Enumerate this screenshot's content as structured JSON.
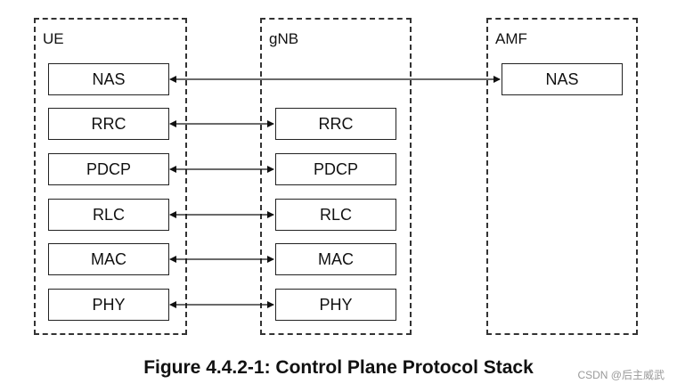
{
  "nodes": {
    "ue": {
      "label": "UE"
    },
    "gnb": {
      "label": "gNB"
    },
    "amf": {
      "label": "AMF"
    }
  },
  "ue_layers": [
    "NAS",
    "RRC",
    "PDCP",
    "RLC",
    "MAC",
    "PHY"
  ],
  "gnb_layers": [
    "RRC",
    "PDCP",
    "RLC",
    "MAC",
    "PHY"
  ],
  "amf_layers": [
    "NAS"
  ],
  "caption": "Figure 4.4.2-1: Control Plane Protocol Stack",
  "watermark": "CSDN @后主威武",
  "colors": {
    "line": "#111111",
    "border": "#333333"
  }
}
